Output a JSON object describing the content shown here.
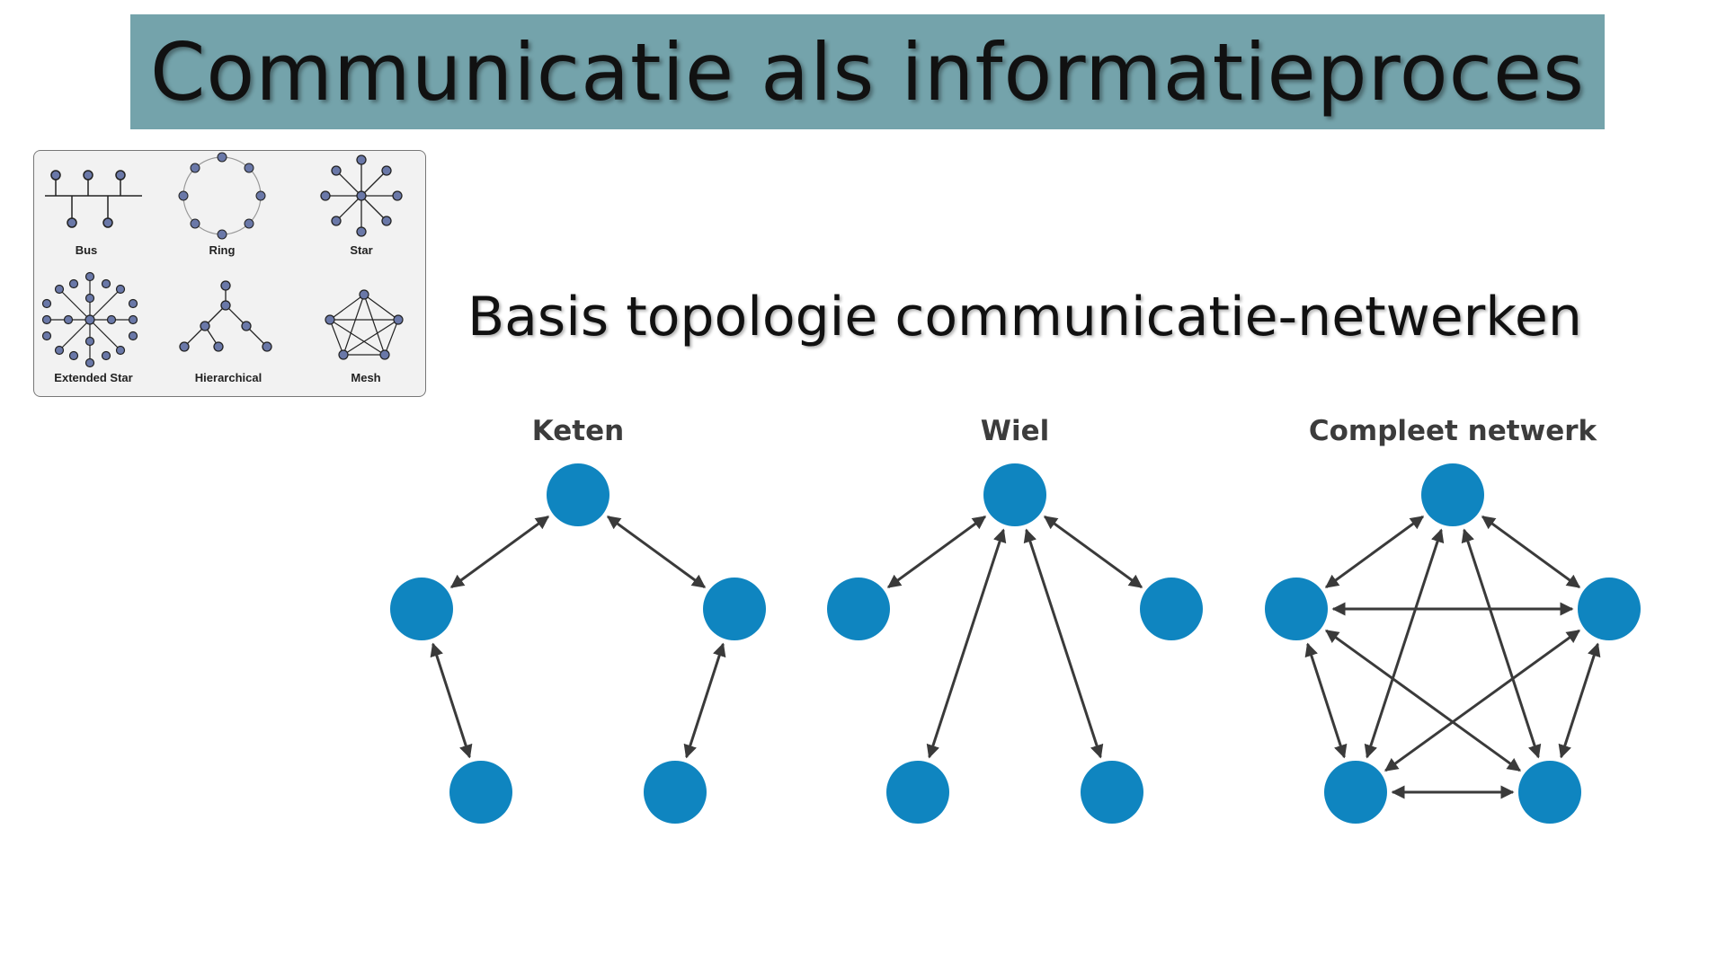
{
  "title": "Communicatie als informatieproces",
  "subtitle": "Basis topologie communicatie-netwerken",
  "colors": {
    "title_bg": "#74a3ab",
    "node_blue": "#0f85c0",
    "arrow": "#3a3a3a",
    "small_node": "#6a78a8"
  },
  "topologies": {
    "bus": "Bus",
    "ring": "Ring",
    "star": "Star",
    "extended_star": "Extended Star",
    "hierarchical": "Hierarchical",
    "mesh": "Mesh"
  },
  "networks": [
    {
      "label": "Keten",
      "edges": [
        [
          0,
          1
        ],
        [
          0,
          2
        ],
        [
          1,
          3
        ],
        [
          2,
          4
        ]
      ]
    },
    {
      "label": "Wiel",
      "edges": [
        [
          0,
          1
        ],
        [
          0,
          2
        ],
        [
          0,
          3
        ],
        [
          0,
          4
        ]
      ]
    },
    {
      "label": "Compleet netwerk",
      "edges": [
        [
          0,
          1
        ],
        [
          0,
          2
        ],
        [
          0,
          3
        ],
        [
          0,
          4
        ],
        [
          1,
          2
        ],
        [
          1,
          3
        ],
        [
          1,
          4
        ],
        [
          2,
          3
        ],
        [
          2,
          4
        ],
        [
          3,
          4
        ]
      ]
    }
  ]
}
